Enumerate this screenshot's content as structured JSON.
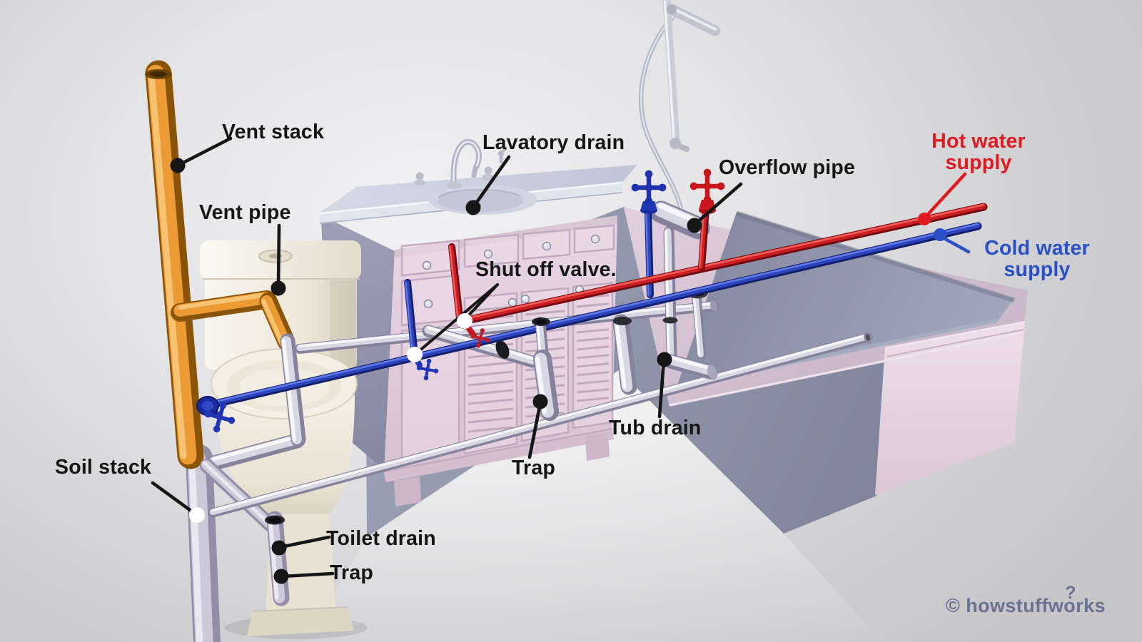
{
  "labels": {
    "vent_stack": "Vent stack",
    "vent_pipe": "Vent pipe",
    "lavatory_drain": "Lavatory drain",
    "overflow_pipe": "Overflow pipe",
    "shut_off_valve": "Shut off valve.",
    "hot_water": {
      "line1": "Hot water",
      "line2": "supply"
    },
    "cold_water": {
      "line1": "Cold water",
      "line2": "supply"
    },
    "tub_drain": "Tub drain",
    "trap_sink": "Trap",
    "soil_stack": "Soil stack",
    "toilet_drain": "Toilet drain",
    "trap_toilet": "Trap"
  },
  "watermark": {
    "prefix": "© howstuffw",
    "o": "o",
    "question": "?",
    "suffix": "rks"
  },
  "colors": {
    "hot": "#e11b22",
    "cold": "#2a50c8",
    "label": "#161616",
    "watermark": "#6b7094",
    "vent_orange": "#ef9d3a",
    "drain_silver": "#cdc9da",
    "fixture_pink": "#e5cfdd"
  }
}
